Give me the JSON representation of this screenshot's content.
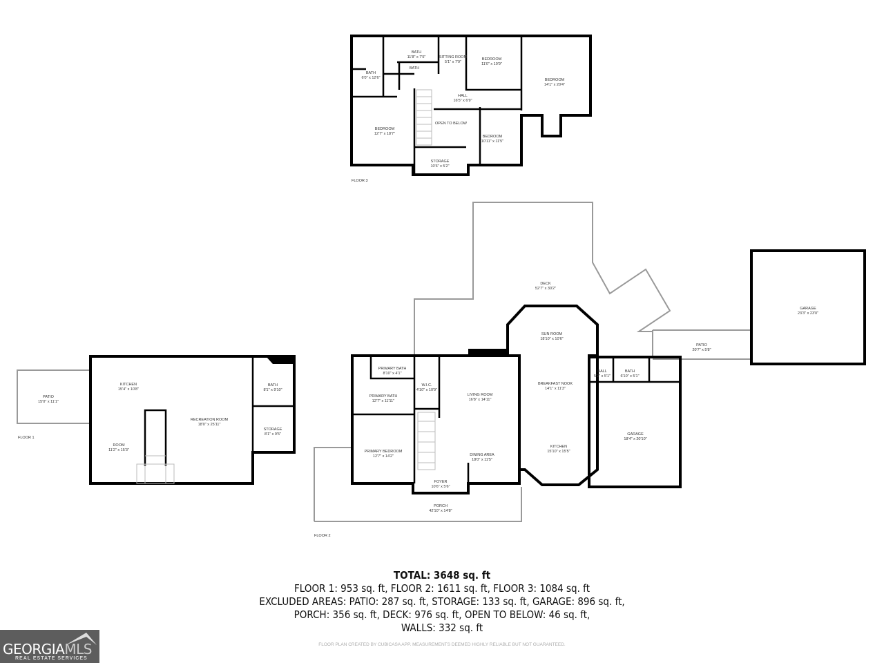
{
  "floor3": {
    "label": "FLOOR 3",
    "rooms": [
      {
        "name": "BATH",
        "dims": "11'8\" x 7'5\""
      },
      {
        "name": "BATH",
        "dims": ""
      },
      {
        "name": "BATH",
        "dims": "6'0\" x 12'6\""
      },
      {
        "name": "SITTING ROOM",
        "dims": "5'1\" x 7'9\""
      },
      {
        "name": "BEDROOM",
        "dims": "11'0\" x 10'9\""
      },
      {
        "name": "BEDROOM",
        "dims": "14'1\" x 20'4\""
      },
      {
        "name": "HALL",
        "dims": "16'5\" x 6'9\""
      },
      {
        "name": "OPEN TO BELOW",
        "dims": ""
      },
      {
        "name": "BEDROOM",
        "dims": "12'7\" x 18'7\""
      },
      {
        "name": "BEDROOM",
        "dims": "10'11\" x 11'5\""
      },
      {
        "name": "STORAGE",
        "dims": "10'6\" x 5'2\""
      }
    ]
  },
  "floor1": {
    "label": "FLOOR 1",
    "rooms": [
      {
        "name": "PATIO",
        "dims": "15'0\" x 11'1\""
      },
      {
        "name": "KITCHEN",
        "dims": "15'4\" x 10'8\""
      },
      {
        "name": "ROOM",
        "dims": "11'2\" x 15'3\""
      },
      {
        "name": "RECREATION ROOM",
        "dims": "18'0\" x 25'11\""
      },
      {
        "name": "BATH",
        "dims": "8'1\" x 9'10\""
      },
      {
        "name": "STORAGE",
        "dims": "8'1\" x 9'5\""
      }
    ]
  },
  "floor2": {
    "label": "FLOOR 2",
    "rooms": [
      {
        "name": "DECK",
        "dims": "52'7\" x 30'2\""
      },
      {
        "name": "PRIMARY BATH",
        "dims": "8'10\" x 4'1\""
      },
      {
        "name": "W.I.C.",
        "dims": "4'10\" x 10'9\""
      },
      {
        "name": "PRIMARY BATH",
        "dims": "12'7\" x 11'11\""
      },
      {
        "name": "LIVING ROOM",
        "dims": "16'8\" x 14'11\""
      },
      {
        "name": "PRIMARY BEDROOM",
        "dims": "12'7\" x 14'2\""
      },
      {
        "name": "DINING AREA",
        "dims": "18'0\" x 11'5\""
      },
      {
        "name": "FOYER",
        "dims": "10'6\" x 5'6\""
      },
      {
        "name": "PORCH",
        "dims": "42'10\" x 14'8\""
      },
      {
        "name": "SUN ROOM",
        "dims": "18'10\" x 10'6\""
      },
      {
        "name": "BREAKFAST NOOK",
        "dims": "14'1\" x 11'3\""
      },
      {
        "name": "KITCHEN",
        "dims": "15'10\" x 15'5\""
      },
      {
        "name": "HALL",
        "dims": "5'2\" x 5'1\""
      },
      {
        "name": "BATH",
        "dims": "6'10\" x 5'1\""
      },
      {
        "name": "GARAGE",
        "dims": "18'4\" x 20'10\""
      },
      {
        "name": "PATIO",
        "dims": "20'7\" x 5'8\""
      },
      {
        "name": "GARAGE",
        "dims": "23'3\" x 23'0\""
      }
    ]
  },
  "summary": {
    "total": "TOTAL: 3648 sq. ft",
    "lines": [
      "FLOOR 1: 953 sq. ft, FLOOR 2: 1611 sq. ft, FLOOR 3: 1084 sq. ft",
      "EXCLUDED AREAS: PATIO: 287 sq. ft, STORAGE: 133 sq. ft, GARAGE: 896 sq. ft,",
      "PORCH: 356 sq. ft, DECK: 976 sq. ft, OPEN TO BELOW: 46 sq. ft,",
      "WALLS: 332 sq. ft"
    ],
    "disclaimer": "FLOOR PLAN CREATED BY CUBICASA APP. MEASUREMENTS DEEMED HIGHLY RELIABLE BUT NOT GUARANTEED."
  },
  "logo": {
    "main_a": "GEORGIA",
    "main_b": "MLS",
    "sub": "REAL ESTATE SERVICES"
  }
}
